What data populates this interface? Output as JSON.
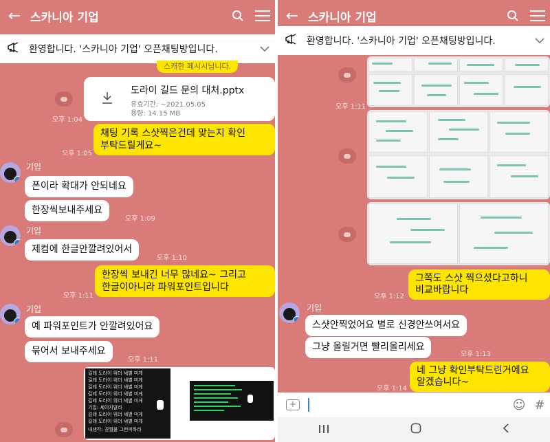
{
  "app": {
    "title": "스카니아 기업",
    "notice": "환영합니다. '스카니아 기업' 오픈채팅방입니다."
  },
  "left": {
    "partial_top": "스캐한 페시시닙니다.",
    "file": {
      "name": "도라이 길드 문의 대처.pptx",
      "expiry": "유효기간: ~2021.05.05",
      "size": "용량: 14.15 MB"
    },
    "times": [
      "오후 1:04",
      "오후 1:05",
      "오후 1:09",
      "오후 1:10",
      "오후 1:11",
      "오후 1:11"
    ],
    "mine1": [
      "채팅 기록 스샷찍은건데 맞는지 확인",
      "부탁드릴게요~"
    ],
    "sender": "기입",
    "msg_zoom": "폰이라 확대가 안되네요",
    "msg_one_by_one": "한장씩보내주세요",
    "msg_pc": "제컴에 한글안깔려있어서",
    "mine2": [
      "한장씩 보내긴 너무 많네요~ 그리고",
      "한글이아니라 파워포인트입니다"
    ],
    "msg_ppt": "예 파워포인트가 안깔려있어요",
    "msg_bundle": "묶어서 보내주세요",
    "dark_lines": [
      "길레 도라이 위더 셰별 미게",
      "길레 도라이 위더 셰별 미게",
      "길레 도라이 위더 셰별 미게",
      "길레 도라이 위더 셰별 미게",
      "길레 도라이 위더 셰별 미게",
      "기입: 셰이지말라",
      "길레 도라이 위더 셰별 미게",
      "길레 도라이 위더 셰별 미게",
      "내생각: 경월물 그런피하라"
    ]
  },
  "right": {
    "times": [
      "오후 1:11",
      "오후 1:12",
      "오후 1:13",
      "오후 1:14"
    ],
    "mine_compare": [
      "그쪽도 스샷 찍으셨다고하니",
      "비교바랍니다"
    ],
    "sender": "기입",
    "msg_no_shot": "스샷안찍었어요 별로 신경안쓰여서요",
    "msg_upload": "그냥 올릴거면 빨리올리세요",
    "mine_ok": [
      "네 그냥 확인부탁드린거에요",
      "알겠습니다~"
    ]
  },
  "colors": {
    "background": "#d97b78",
    "my_bubble": "#fee500",
    "other_bubble": "#ffffff",
    "caret": "#3c7be4"
  },
  "icons": [
    "back-arrow-icon",
    "search-icon",
    "menu-icon",
    "megaphone-icon",
    "chevron-down-icon",
    "download-icon",
    "share-icon",
    "plus-icon",
    "emoji-icon",
    "hash-icon",
    "recent-apps-icon",
    "home-icon",
    "back-nav-icon"
  ]
}
